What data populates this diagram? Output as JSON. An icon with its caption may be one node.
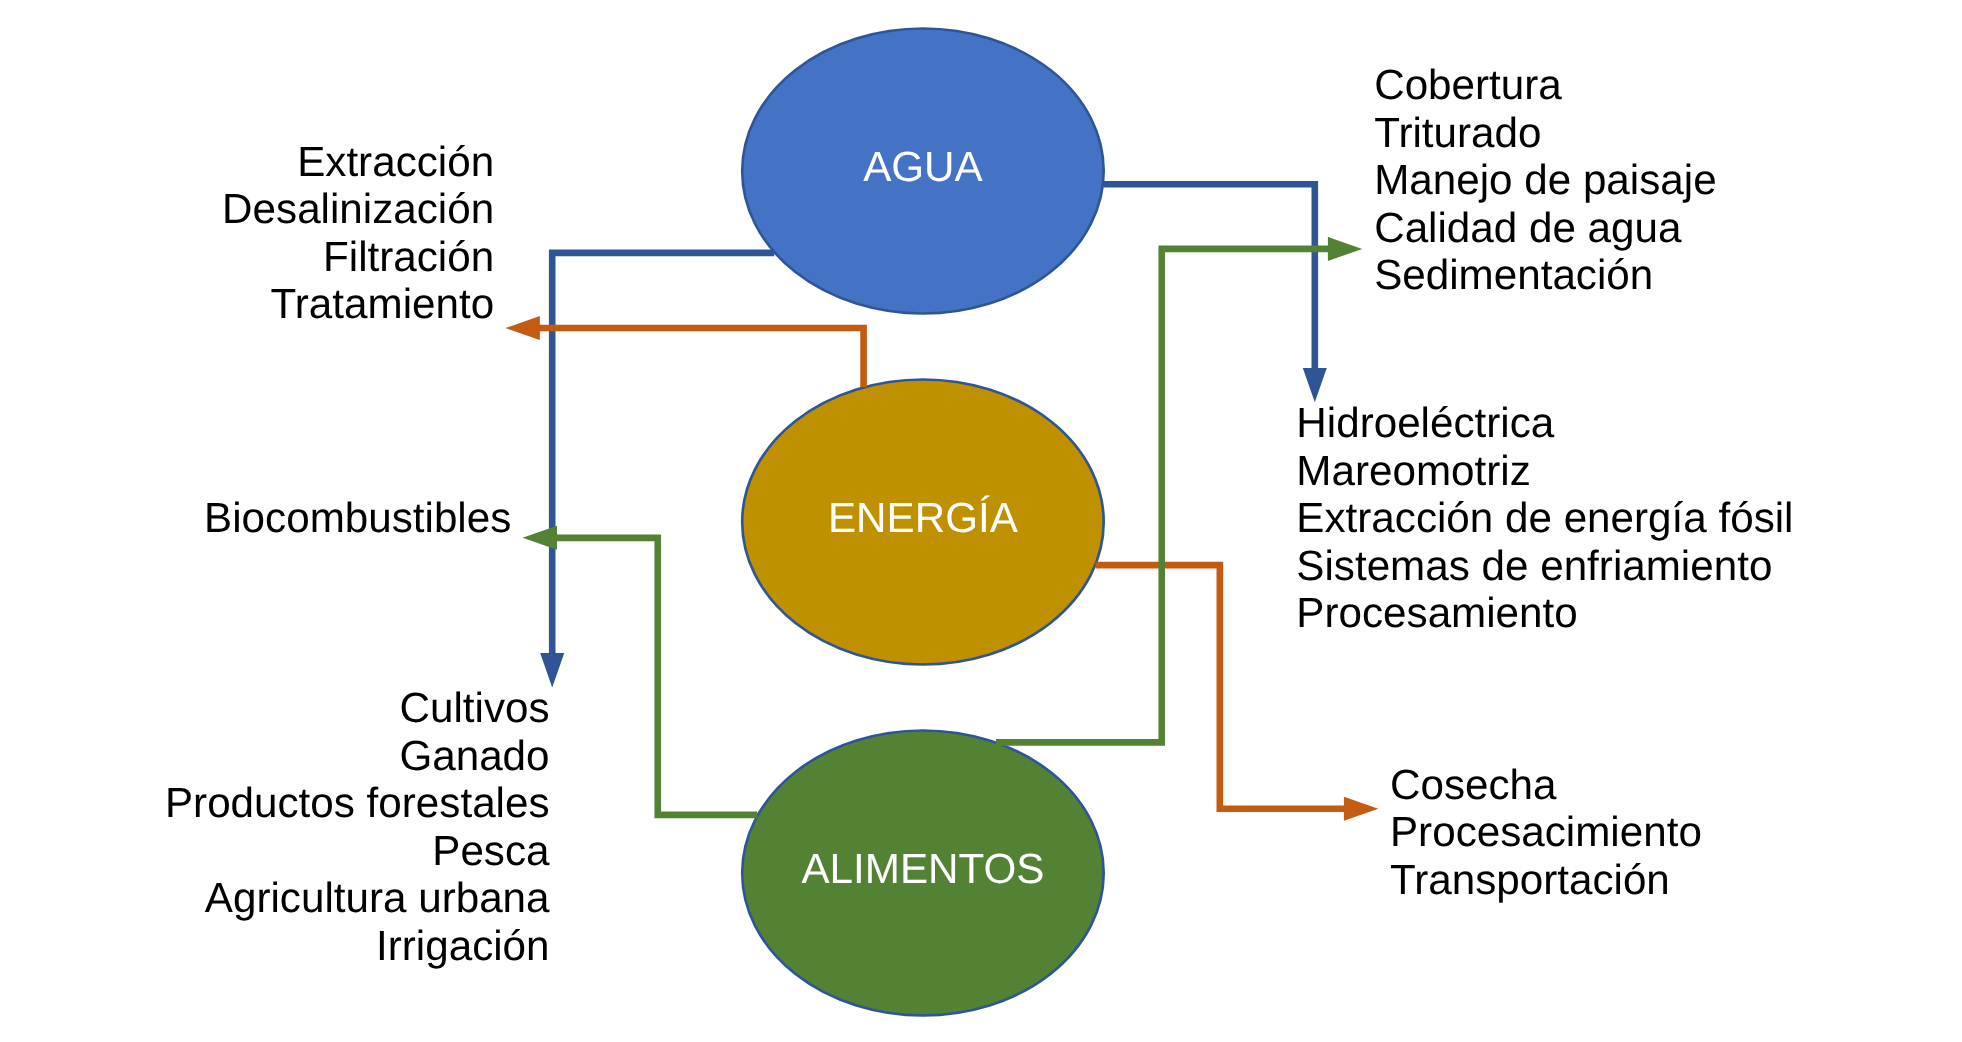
{
  "diagram": {
    "nodes": [
      {
        "text": [
          "Extracción",
          "Desalinización",
          "Filtración",
          "Tratamiento"
        ]
      },
      {
        "text": [
          "AGUA"
        ]
      },
      {
        "text": [
          "Cobertura",
          "Triturado",
          "Manejo de paisaje",
          "Calidad de agua",
          "Sedimentación"
        ]
      },
      {
        "text": [
          "Biocombustibles"
        ]
      },
      {
        "text": [
          "ENERGÍA"
        ]
      },
      {
        "text": [
          "Hidroeléctrica",
          "Mareomotriz",
          "Extracción de energía fósil",
          "Sistemas de enfriamiento",
          "Procesamiento"
        ]
      },
      {
        "text": [
          "Cultivos",
          "Ganado",
          "Productos forestales",
          "Pesca",
          "Agricultura urbana",
          "Irrigación"
        ]
      },
      {
        "text": [
          "ALIMENTOS"
        ]
      },
      {
        "text": [
          "Cosecha",
          "Procesacimiento",
          "Transportación"
        ]
      }
    ],
    "edges": [
      {
        "from": 4,
        "to": 0,
        "arrow": "to",
        "color": "#c55a11"
      },
      {
        "from": 1,
        "to": 6,
        "arrow": "to",
        "color": "#2f5597"
      },
      {
        "from": 7,
        "to": 3,
        "arrow": "to",
        "color": "#548235"
      },
      {
        "from": 7,
        "to": 2,
        "arrow": "to",
        "color": "#548235"
      },
      {
        "from": 1,
        "to": 5,
        "arrow": "to",
        "color": "#2f5597"
      },
      {
        "from": 4,
        "to": 8,
        "arrow": "to",
        "color": "#c55a11"
      }
    ]
  }
}
